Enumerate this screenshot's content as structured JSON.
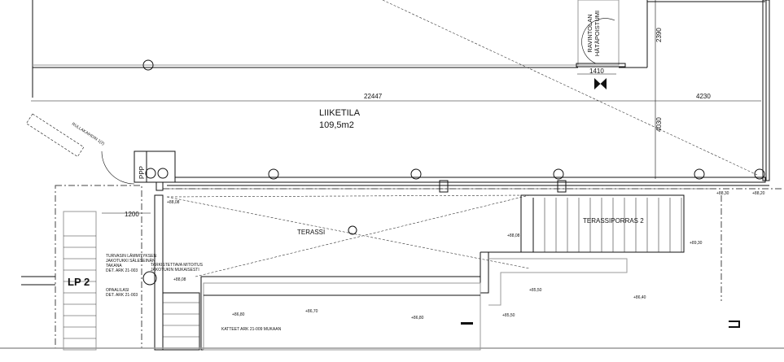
{
  "room": {
    "name": "LIIKETILA",
    "area": "109,5m2"
  },
  "dimensions": {
    "d_22447": "22447",
    "d_2390": "2390",
    "d_1410": "1410",
    "d_4230": "4230",
    "d_4030": "4030",
    "d_1200": "1200"
  },
  "labels": {
    "emergency_exit": "RAVINTOLAN HÄTÄPOISTUMI",
    "ppp": "PPP",
    "terrace": "TERASSI",
    "terrace_stairs": "TERASSIPORRAS 2",
    "stair": "LP 2",
    "shutter": "RULLAKAIHDIN 1(2)"
  },
  "notes": {
    "heating_1": "TURVASIN LÄMMITYKSEN",
    "heating_2": "JAKOTUKKI SÄLESEINÄN",
    "heating_3": "TAKANA",
    "heating_4": "DET. ARK 21-003",
    "measure_1": "TARKISTETTAVA MITOITUS",
    "measure_2": "JAKOTUKIN MUKAISESTI",
    "glass_1": "OPAALILASI",
    "glass_2": "DET. ARK 21-003",
    "roofs": "KATTEET ARK 21-009 MUKAAN"
  },
  "levels": {
    "l1": "+88,08",
    "l2": "+88,08",
    "l3": "+88,08",
    "l4": "+89,30",
    "l5": "+88,30",
    "l6": "+88,20",
    "l7": "+85,50",
    "l8": "+86,40",
    "l9": "+85,50",
    "l10": "+86,80",
    "l11": "+86,70",
    "l12": "+86,80"
  }
}
